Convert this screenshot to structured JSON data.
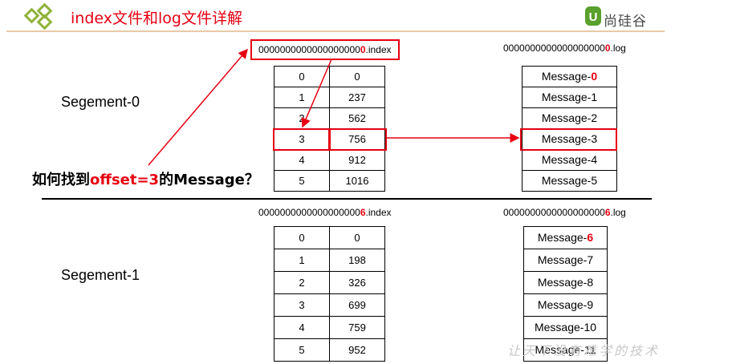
{
  "header": {
    "title": "index文件和log文件详解",
    "brand": "尚硅谷",
    "brand_logo_letter": "U"
  },
  "question": {
    "prefix": "如何找到",
    "highlight": "offset=3",
    "suffix": "的Message？"
  },
  "segments": [
    {
      "label": "Segement-0",
      "index_file": {
        "prefix": "0000000000000000000",
        "highlight": "0",
        "suffix": ".index"
      },
      "log_file": {
        "prefix": "0000000000000000000",
        "highlight": "0",
        "suffix": ".log"
      },
      "index_rows": [
        [
          "0",
          "0"
        ],
        [
          "1",
          "237"
        ],
        [
          "2",
          "562"
        ],
        [
          "3",
          "756"
        ],
        [
          "4",
          "912"
        ],
        [
          "5",
          "1016"
        ]
      ],
      "messages": [
        {
          "prefix": "Message-",
          "num": "0",
          "highlight": true
        },
        {
          "prefix": "Message-",
          "num": "1",
          "highlight": false
        },
        {
          "prefix": "Message-",
          "num": "2",
          "highlight": false
        },
        {
          "prefix": "Message-",
          "num": "3",
          "highlight": false
        },
        {
          "prefix": "Message-",
          "num": "4",
          "highlight": false
        },
        {
          "prefix": "Message-",
          "num": "5",
          "highlight": false
        }
      ]
    },
    {
      "label": "Segement-1",
      "index_file": {
        "prefix": "0000000000000000000",
        "highlight": "6",
        "suffix": ".index"
      },
      "log_file": {
        "prefix": "0000000000000000000",
        "highlight": "6",
        "suffix": ".log"
      },
      "index_rows": [
        [
          "0",
          "0"
        ],
        [
          "1",
          "198"
        ],
        [
          "2",
          "326"
        ],
        [
          "3",
          "699"
        ],
        [
          "4",
          "759"
        ],
        [
          "5",
          "952"
        ]
      ],
      "messages": [
        {
          "prefix": "Message-",
          "num": "6",
          "highlight": true
        },
        {
          "prefix": "Message-",
          "num": "7",
          "highlight": false
        },
        {
          "prefix": "Message-",
          "num": "8",
          "highlight": false
        },
        {
          "prefix": "Message-",
          "num": "9",
          "highlight": false
        },
        {
          "prefix": "Message-",
          "num": "10",
          "highlight": false
        },
        {
          "prefix": "Message-",
          "num": "11",
          "highlight": false
        }
      ]
    }
  ],
  "watermark": "让天下没有难学的技术",
  "colors": {
    "accent": "#e60012",
    "logo_green": "#5aa02c",
    "header_line": "#e9c9a6"
  }
}
